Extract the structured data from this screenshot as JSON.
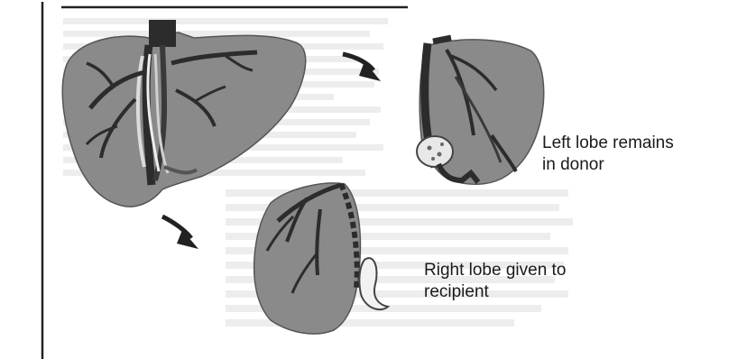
{
  "captions": {
    "left_lobe": {
      "line1": "Left lobe remains",
      "line2": "in donor"
    },
    "right_lobe": {
      "line1": "Right lobe given to",
      "line2": "recipient"
    }
  },
  "colors": {
    "liver_fill": "#8a8a8a",
    "vessel": "#2c2c2c",
    "faint_text": "#e9e9e9",
    "line": "#3a3a3a"
  },
  "icons": [
    "whole-liver-icon",
    "left-lobe-icon",
    "right-lobe-icon",
    "arrow-icon"
  ]
}
